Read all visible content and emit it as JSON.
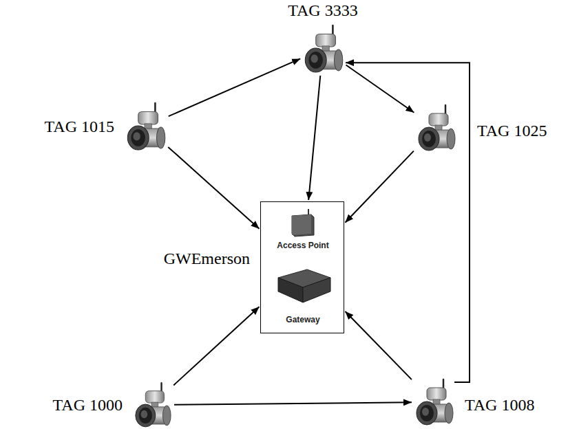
{
  "diagram": {
    "nodes": [
      {
        "text": [
          "TAG 3333"
        ]
      },
      {
        "text": [
          "TAG 1015"
        ]
      },
      {
        "text": [
          "TAG 1025"
        ]
      },
      {
        "text": [
          "GWEmerson"
        ]
      },
      {
        "text": [
          "Access Point"
        ],
        "in": 3
      },
      {
        "text": [
          "Gateway"
        ],
        "in": 3
      },
      {
        "text": [
          "TAG 1000"
        ]
      },
      {
        "text": [
          "TAG 1008"
        ]
      }
    ],
    "edges": [
      {
        "from": 1,
        "to": 0,
        "arrow": "to"
      },
      {
        "from": 1,
        "to": 3,
        "arrow": "to"
      },
      {
        "from": 0,
        "to": 3,
        "arrow": "to"
      },
      {
        "from": 0,
        "to": 2,
        "arrow": "to"
      },
      {
        "from": 2,
        "to": 3,
        "arrow": "to"
      },
      {
        "from": 6,
        "to": 3,
        "arrow": "to"
      },
      {
        "from": 6,
        "to": 7,
        "arrow": "to"
      },
      {
        "from": 7,
        "to": 3,
        "arrow": "to"
      },
      {
        "from": 7,
        "to": 0,
        "arrow": "to"
      }
    ]
  }
}
